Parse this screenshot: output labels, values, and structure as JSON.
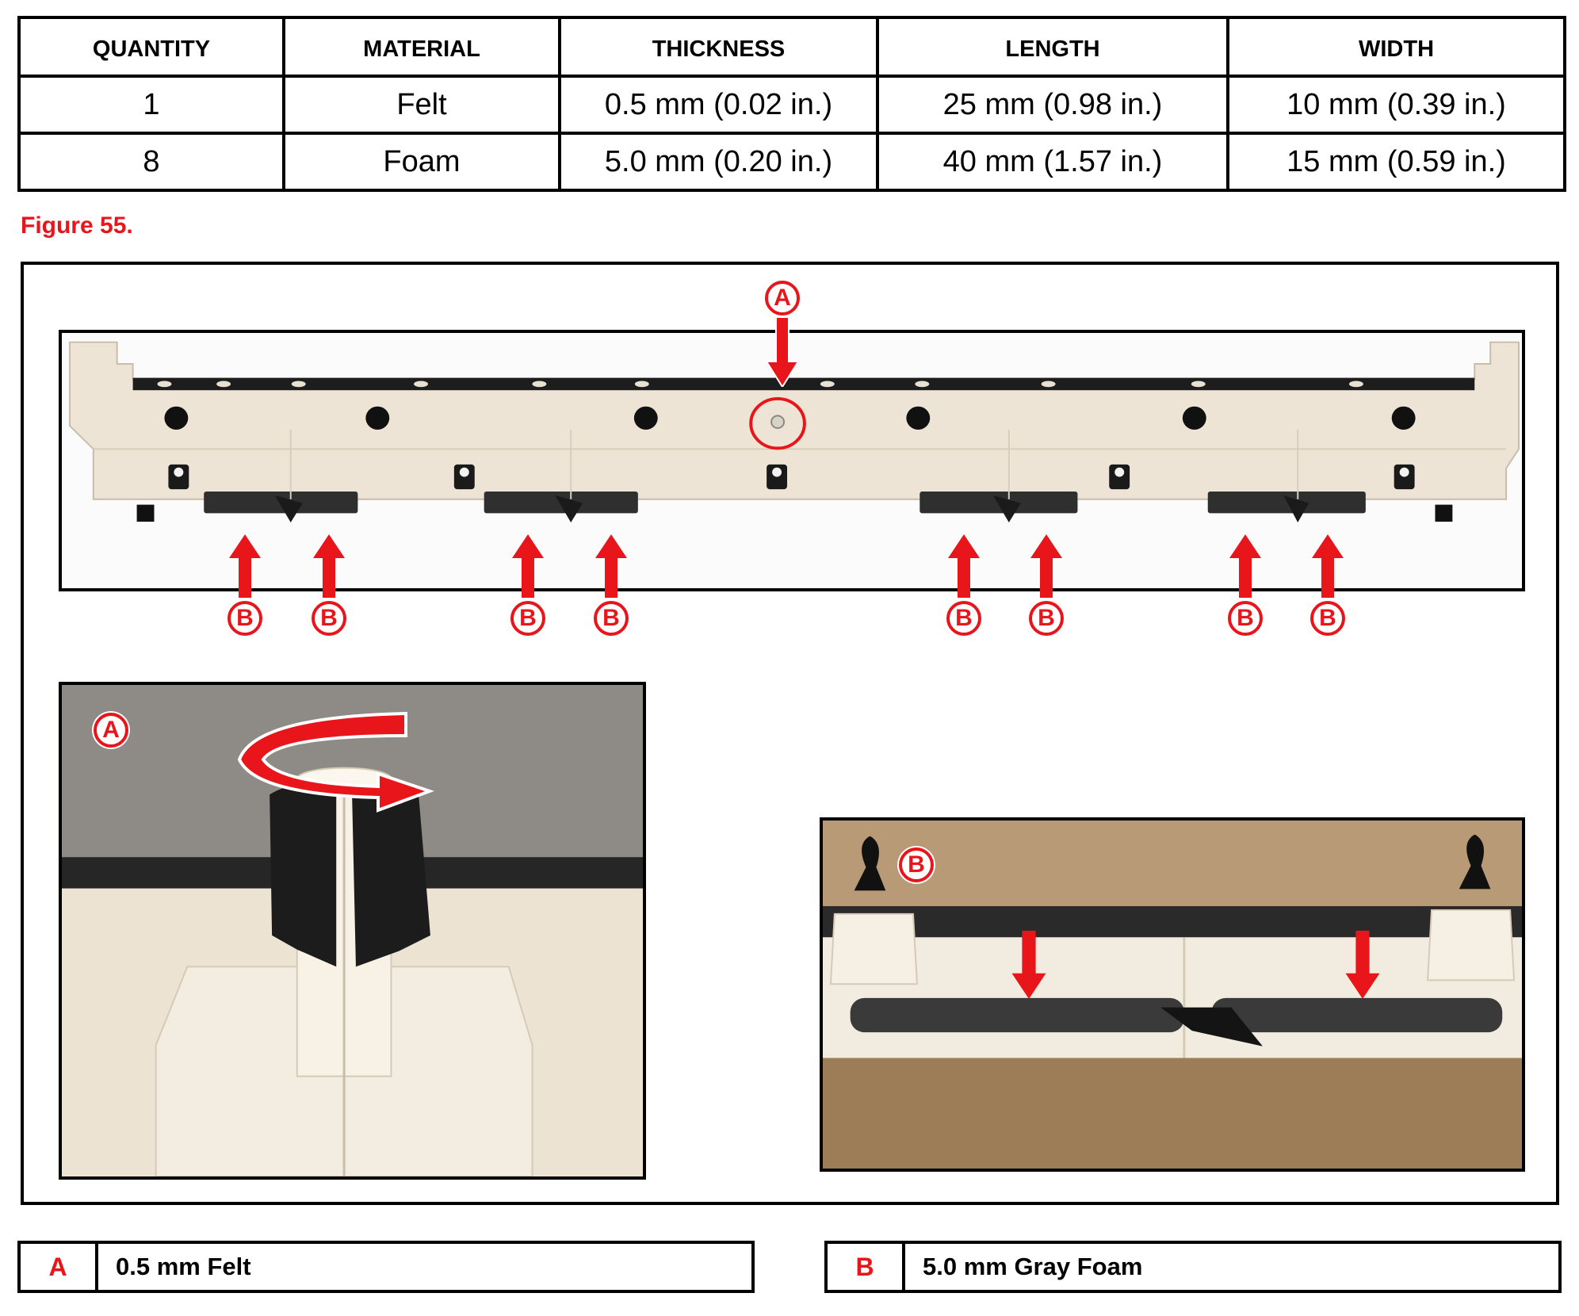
{
  "table": {
    "headers": [
      "QUANTITY",
      "MATERIAL",
      "THICKNESS",
      "LENGTH",
      "WIDTH"
    ],
    "rows": [
      [
        "1",
        "Felt",
        "0.5 mm (0.02 in.)",
        "25 mm (0.98 in.)",
        "10 mm (0.39 in.)"
      ],
      [
        "8",
        "Foam",
        "5.0 mm (0.20 in.)",
        "40 mm (1.57 in.)",
        "15 mm (0.59 in.)"
      ]
    ]
  },
  "figure": {
    "title": "Figure 55.",
    "callout_a": "A",
    "callout_b": "B"
  },
  "legend": [
    {
      "key": "A",
      "text": "0.5 mm Felt"
    },
    {
      "key": "B",
      "text": "5.0 mm Gray Foam"
    }
  ],
  "colors": {
    "accent_red": "#e8151b",
    "part_cream": "#efe6d8",
    "foam_gray": "#3a3a3a"
  },
  "icons": [
    "arrow-up-icon",
    "arrow-down-icon",
    "rotate-arrow-icon",
    "callout-circle-icon"
  ]
}
